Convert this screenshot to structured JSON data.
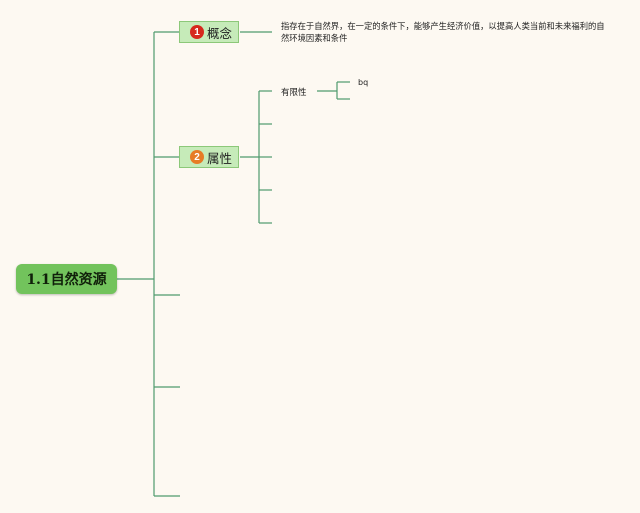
{
  "root": {
    "title": "1.1自然资源"
  },
  "topics": [
    {
      "marker": "1",
      "marker_color": "#d6281d",
      "label": "概念",
      "description": "指存在于自然界，在一定的条件下，能够产生经济价值，以提高人类当前和未来福利的自然环境因素和条件"
    },
    {
      "marker": "2",
      "marker_color": "#e77c25",
      "label": "属性",
      "children": [
        {
          "label": "有限性",
          "children": [
            {
              "label": "bq"
            }
          ]
        }
      ]
    }
  ],
  "colors": {
    "background": "#fdf9f2",
    "root_fill": "#72c35c",
    "topic_fill": "#c6ebb9",
    "connector": "#4f9a6e"
  }
}
